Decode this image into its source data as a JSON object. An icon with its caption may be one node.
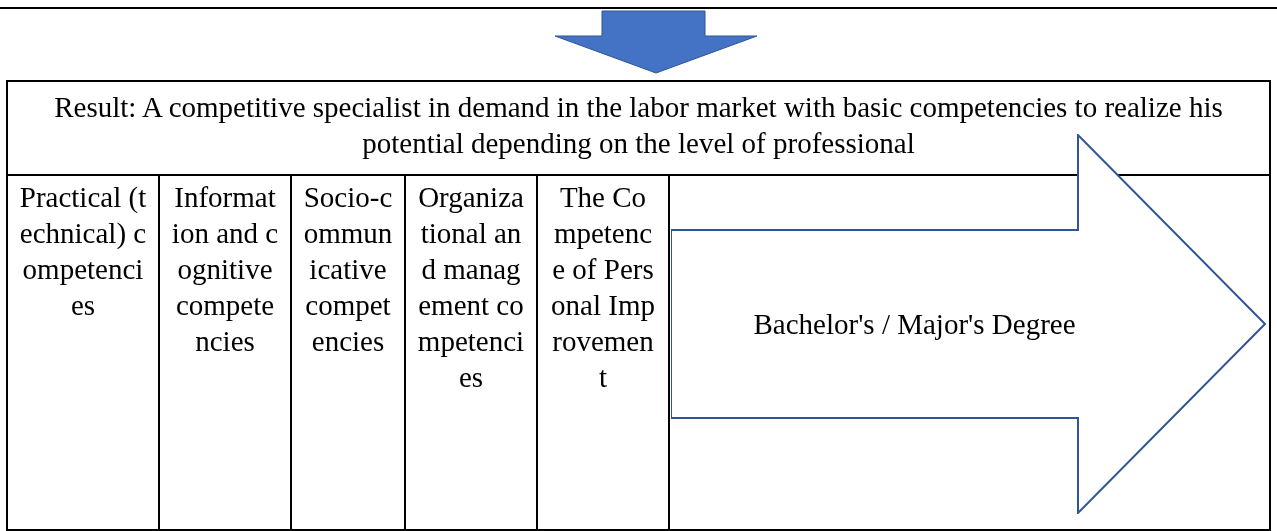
{
  "diagram": {
    "nodes": [
      {
        "text": [
          "Bachelor's / Major's Degree"
        ]
      }
    ],
    "labels": [
      "Result: A competitive specialist in demand in the labor market with basic competencies to realize his potential depending on the level of professional",
      "Practical (technical) competencies",
      "Information and cognitive competencies",
      "Socio-communicative competencies",
      "Organizational and management competencies",
      "The Competence of Personal Improvement"
    ]
  }
}
